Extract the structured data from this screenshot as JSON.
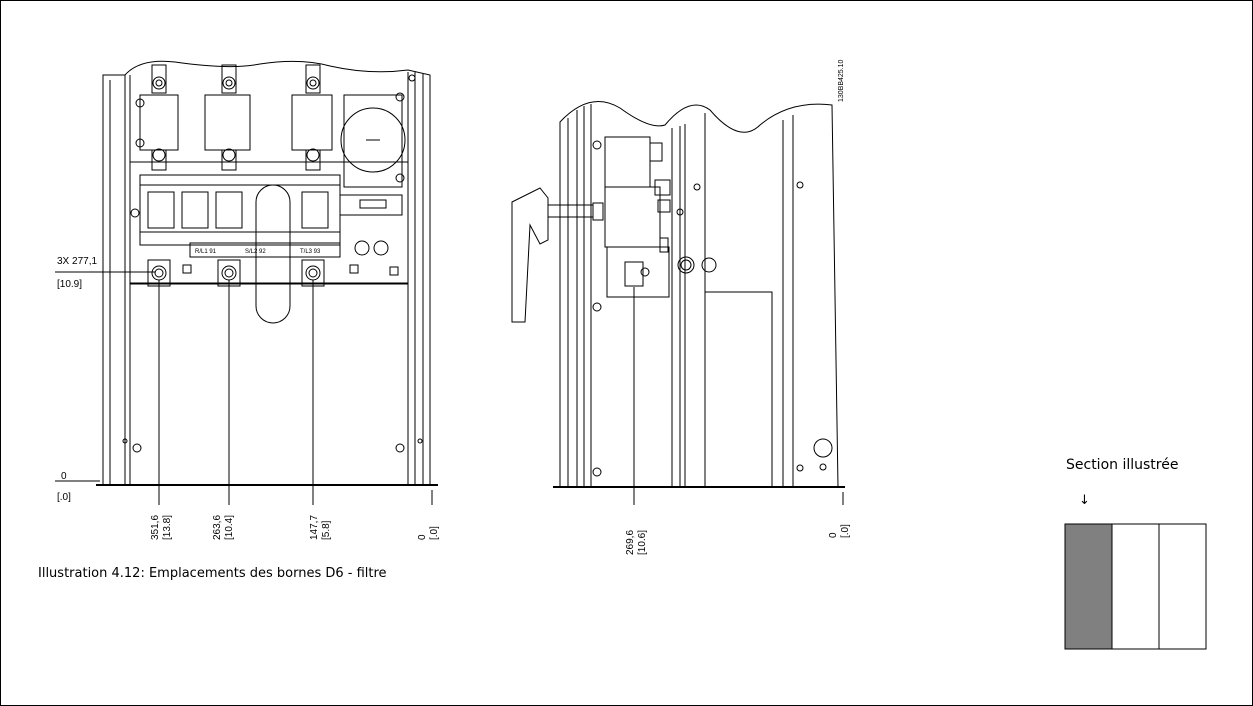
{
  "front_view": {
    "label_left_dim": "3X 277,1",
    "label_left_dim_in": "[10.9]",
    "label_zero_left": "0",
    "label_zero_left_in": "[.0]",
    "terminal_labels": [
      "R/L1 91",
      "S/L2 92",
      "T/L3 93"
    ],
    "bottom_dims": [
      {
        "mm": "351,6",
        "in": "[13.8]"
      },
      {
        "mm": "263,6",
        "in": "[10.4]"
      },
      {
        "mm": "147,7",
        "in": "[5.8]"
      },
      {
        "mm": "0",
        "in": "[.0]"
      }
    ]
  },
  "side_view": {
    "drawing_id": "130BB425.10",
    "bottom_dims": [
      {
        "mm": "269,6",
        "in": "[10.6]"
      },
      {
        "mm": "0",
        "in": "[.0]"
      }
    ]
  },
  "caption": "Illustration 4.12: Emplacements des bornes D6 - filtre",
  "section": {
    "title": "Section illustrée",
    "arrow": "↓",
    "fill_color": "#808080"
  }
}
